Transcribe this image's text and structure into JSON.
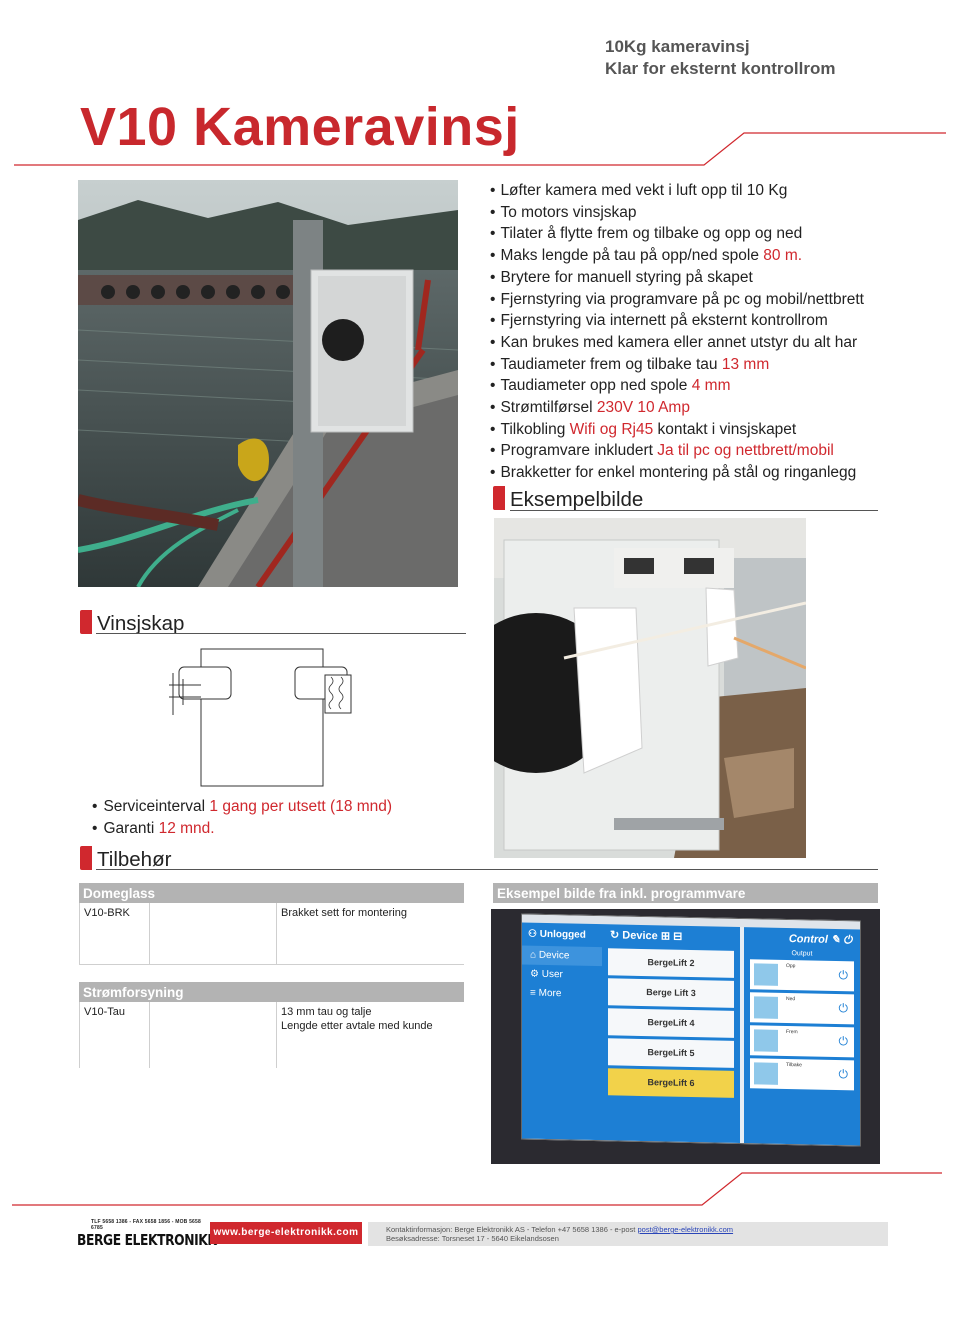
{
  "header": {
    "subtitle_line1": "10Kg kameravinsj",
    "subtitle_line2": "Klar for eksternt kontrollrom",
    "title": "V10 Kameravinsj"
  },
  "features": [
    {
      "text": "Løfter kamera med vekt i luft opp til 10 Kg",
      "highlight": ""
    },
    {
      "text": "To motors vinsjskap",
      "highlight": ""
    },
    {
      "text": "Tilater å flytte frem og tilbake og opp og ned",
      "highlight": ""
    },
    {
      "text": "Maks lengde på tau på opp/ned spole ",
      "highlight": "80 m.",
      "after": ""
    },
    {
      "text": "Brytere for manuell styring på skapet",
      "highlight": ""
    },
    {
      "text": "Fjernstyring via programvare på pc og mobil/nettbrett",
      "highlight": ""
    },
    {
      "text": "Fjernstyring via internett på eksternt kontrollrom",
      "highlight": ""
    },
    {
      "text": "Kan brukes med kamera eller annet utstyr du alt har",
      "highlight": ""
    },
    {
      "text": "Taudiameter frem og tilbake tau ",
      "highlight": "13 mm",
      "after": ""
    },
    {
      "text": "Taudiameter opp ned spole ",
      "highlight": "4 mm",
      "after": ""
    },
    {
      "text": "Strømtilførsel ",
      "highlight": "230V 10 Amp",
      "after": ""
    },
    {
      "text": "Tilkobling ",
      "highlight": "Wifi og Rj45",
      "after": " kontakt i vinsjskapet"
    },
    {
      "text": "Programvare inkludert ",
      "highlight": "Ja til pc og nettbrett/mobil",
      "after": ""
    },
    {
      "text": "Brakketter for enkel montering på stål og ringanlegg",
      "highlight": ""
    }
  ],
  "sections": {
    "eksempel": "Eksempelbilde",
    "vinsjskap": "Vinsjskap",
    "tilbehor": "Tilbehør"
  },
  "service": {
    "line1_label": "Serviceinterval ",
    "line1_value": "1 gang per utsett (18 mnd)",
    "line2_label": "Garanti ",
    "line2_value": "12 mnd."
  },
  "tables": {
    "domeglass": {
      "title": "Domeglass",
      "code": "V10-BRK",
      "desc": "Brakket sett for montering"
    },
    "stromforsyning": {
      "title": "Strømforsyning",
      "code": "V10-Tau",
      "desc_line1": "13 mm tau og talje",
      "desc_line2": "Lengde etter avtale med kunde"
    },
    "software_caption": "Eksempel bilde fra inkl. programmvare"
  },
  "software": {
    "user": "Unlogged",
    "menu": [
      "Device",
      "User",
      "More"
    ],
    "device_header": "Device",
    "control_header": "Control",
    "output_label": "Output",
    "devices": [
      "BergeLift 2",
      "Berge Lift 3",
      "BergeLift 4",
      "BergeLift 5",
      "BergeLift 6"
    ],
    "controls": [
      "Opp",
      "Ned",
      "Frem",
      "Tilbake"
    ]
  },
  "footer": {
    "logo": "BERGE ELEKTRONIKK",
    "logo_small": "TLF 5658 1386 - FAX 5658 1856 - MOB 5658 6785",
    "website": "www.berge-elektronikk.com",
    "contact_line1": "Kontaktinformasjon: Berge Elektronikk AS - Telefon +47 5658 1386 - e-post",
    "contact_email": "post@berge-elektronikk.com",
    "contact_line2": "Besøksadresse: Torsneset 17 - 5640 Eikelandsosen"
  },
  "colors": {
    "accent": "#d0282e",
    "table_header": "#b3b3b3",
    "software_blue": "#1d7fd4"
  }
}
